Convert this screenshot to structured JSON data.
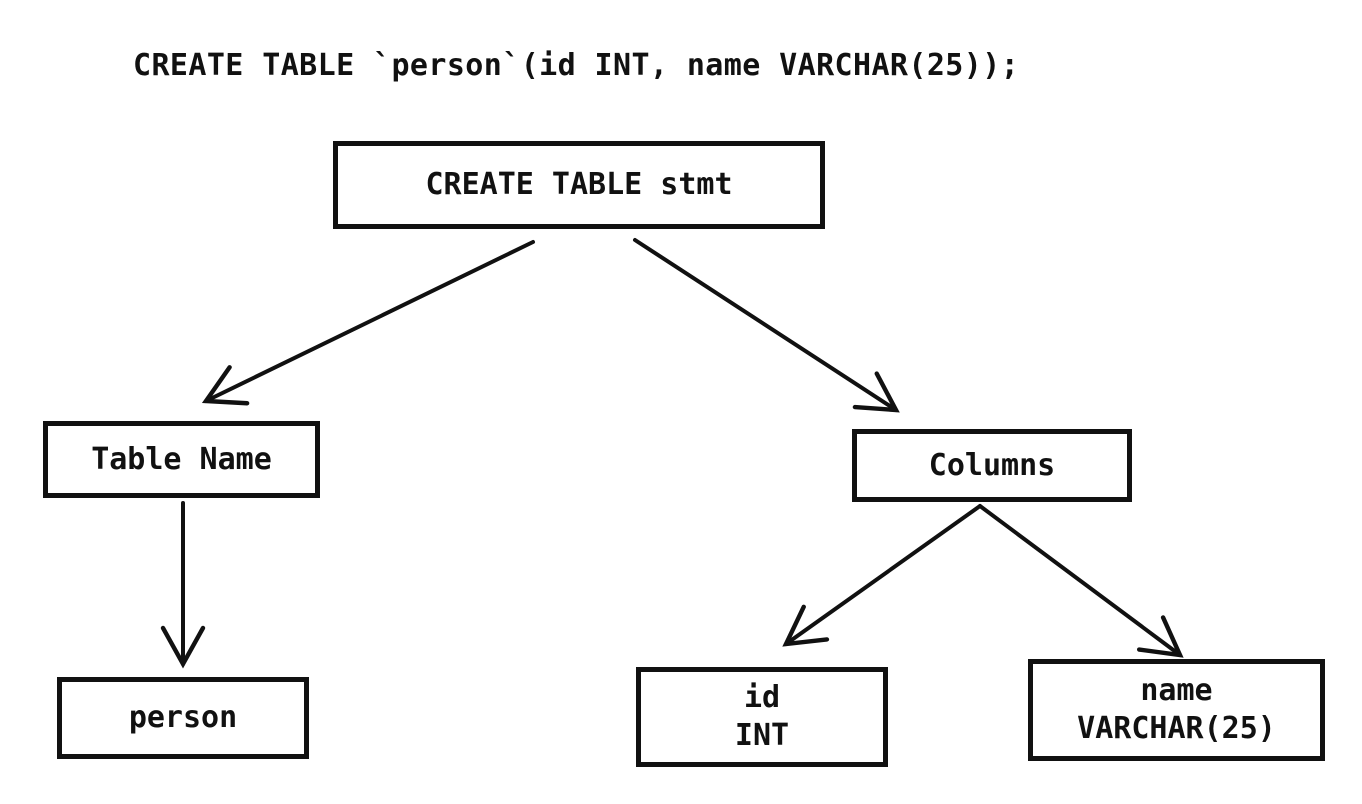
{
  "statement": "CREATE TABLE `person`(id INT, name VARCHAR(25));",
  "tree": {
    "root": {
      "label": "CREATE TABLE stmt"
    },
    "table_name": {
      "label": "Table Name"
    },
    "columns": {
      "label": "Columns"
    },
    "person": {
      "label": "person"
    },
    "column_id": {
      "name": "id",
      "type": "INT"
    },
    "column_name": {
      "name": "name",
      "type": "VARCHAR(25)"
    }
  },
  "colors": {
    "ink": "#111111",
    "background": "#ffffff"
  }
}
